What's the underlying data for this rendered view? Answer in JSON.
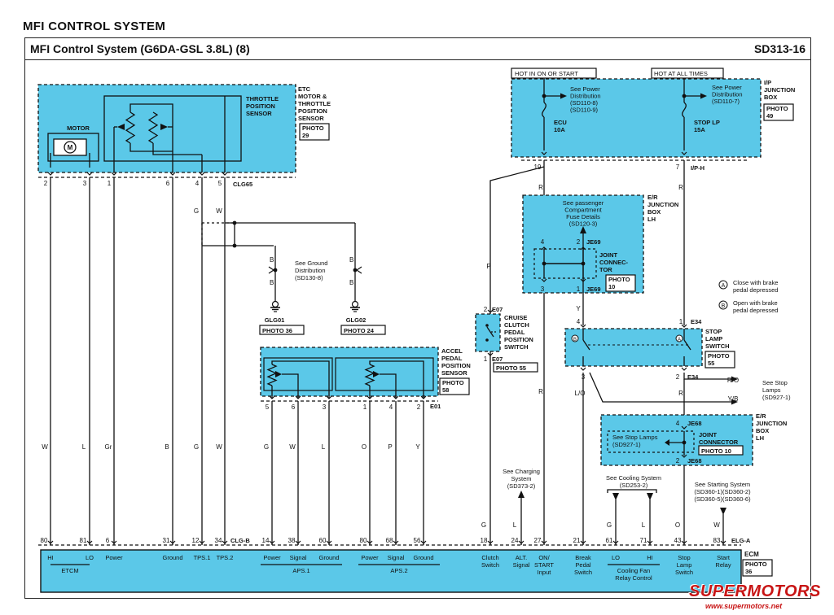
{
  "page_title": "MFI CONTROL SYSTEM",
  "header": {
    "system_title": "MFI Control System (G6DA-GSL 3.8L) (8)",
    "page_code": "SD313-16"
  },
  "etc_block": {
    "label": [
      "ETC",
      "MOTOR &",
      "THROTTLE",
      "POSITION",
      "SENSOR"
    ],
    "photo": "PHOTO 29",
    "motor_label": "MOTOR",
    "motor_symbol": "M",
    "tps_label": [
      "THROTTLE",
      "POSITION",
      "SENSOR"
    ],
    "pins": [
      "2",
      "3",
      "1",
      "6",
      "4",
      "5"
    ],
    "connector": "CLG65"
  },
  "ground_splice": {
    "wires": [
      "G",
      "W"
    ],
    "b_labels": [
      "B",
      "B",
      "B",
      "B"
    ],
    "see_text": [
      "See Ground",
      "Distribution",
      "(SD130-8)"
    ],
    "grounds": [
      {
        "name": "GLG01",
        "photo": "PHOTO 36"
      },
      {
        "name": "GLG02",
        "photo": "PHOTO 24"
      }
    ]
  },
  "apps": {
    "label": [
      "ACCEL",
      "PEDAL",
      "POSITION",
      "SENSOR"
    ],
    "photo": "PHOTO 58",
    "pins": [
      "5",
      "6",
      "3",
      "1",
      "4",
      "2"
    ],
    "connector": "E01"
  },
  "cruise_switch": {
    "label": [
      "CRUISE",
      "CLUTCH",
      "PEDAL",
      "POSITION",
      "SWITCH"
    ],
    "photo": "PHOTO 55",
    "pin_top": "2",
    "pin_bottom": "1",
    "connector_top": "E07",
    "connector_bottom": "E07"
  },
  "ip_box": {
    "label": [
      "I/P",
      "JUNCTION",
      "BOX"
    ],
    "photo": "PHOTO 49",
    "hot1": "HOT IN ON OR START",
    "hot2": "HOT AT ALL TIMES",
    "see1": [
      "See Power",
      "Distribution",
      "(SD110-8)",
      "(SD110-9)"
    ],
    "see2": [
      "See Power",
      "Distribution",
      "(SD110-7)"
    ],
    "fuse1": [
      "ECU",
      "10A"
    ],
    "fuse2": [
      "STOP LP",
      "15A"
    ],
    "pin1": "19",
    "pin2": "7",
    "connector": "I/P-H"
  },
  "er_box1": {
    "label": [
      "E/R",
      "JUNCTION",
      "BOX",
      "LH"
    ],
    "see": [
      "See passenger",
      "Compartment",
      "Fuse Details",
      "(SD120-3)"
    ],
    "joint": [
      "JOINT",
      "CONNEC-",
      "TOR"
    ],
    "photo": "PHOTO 10",
    "pins": [
      "4",
      "2",
      "3",
      "1"
    ],
    "connector_top": "JE69",
    "connector_bottom": "JE69"
  },
  "stop_switch": {
    "label": [
      "STOP",
      "LAMP",
      "SWITCH"
    ],
    "photo": "PHOTO 55",
    "pins_top": [
      "4",
      "1"
    ],
    "pins_bottom": [
      "3",
      "2"
    ],
    "connector_top": "E34",
    "connector_bottom": "E34",
    "legend_a": [
      "Close with brake",
      "pedal depressed"
    ],
    "legend_b": [
      "Open with brake",
      "pedal depressed"
    ],
    "marker_a": "A",
    "marker_b": "B"
  },
  "er_box2": {
    "label": [
      "E/R",
      "JUNCTION",
      "BOX",
      "LH"
    ],
    "see": [
      "See Stop Lamps",
      "(SD927-1)"
    ],
    "joint": [
      "JOINT",
      "CONNECTOR"
    ],
    "photo": "PHOTO 10",
    "pins": [
      "4",
      "2"
    ],
    "connector_top": "JE68",
    "connector_bottom": "JE68"
  },
  "refs": {
    "stop_lamps": [
      "See Stop",
      "Lamps",
      "(SD927-1)"
    ],
    "charging": [
      "See Charging",
      "System",
      "(SD373-2)"
    ],
    "cooling": [
      "See Cooling System",
      "(SD253-2)"
    ],
    "starting": [
      "See Starting System",
      "(SD360-1)(SD360-2)",
      "(SD360-5)(SD360-6)"
    ]
  },
  "wire_colors": {
    "etc": [
      "W",
      "L",
      "Gr",
      "B",
      "G",
      "W"
    ],
    "etc_upper": [
      "G",
      "W"
    ],
    "apps": [
      "G",
      "W",
      "L",
      "O",
      "P",
      "Y"
    ],
    "cruise": [
      "P",
      "G"
    ],
    "misc": [
      "L",
      "R",
      "R",
      "R",
      "Y",
      "L/O",
      "R/O",
      "Y/B",
      "G",
      "L",
      "O",
      "W",
      "R"
    ]
  },
  "ecm": {
    "label": "ECM",
    "photo": "PHOTO 36",
    "connector_left": "CLG-B",
    "connector_right": "ELG-A",
    "pins": [
      "80",
      "81",
      "6",
      "31",
      "12",
      "34",
      "14",
      "38",
      "60",
      "80",
      "68",
      "56",
      "18",
      "24",
      "27",
      "21",
      "61",
      "71",
      "43",
      "83"
    ],
    "labels": [
      [
        "HI"
      ],
      [
        "LO"
      ],
      [
        "Power"
      ],
      [
        "Ground"
      ],
      [
        "TPS.1"
      ],
      [
        "TPS.2"
      ],
      [
        "Power"
      ],
      [
        "Signal"
      ],
      [
        "Ground"
      ],
      [
        "Power"
      ],
      [
        "Signal"
      ],
      [
        "Ground"
      ],
      [
        "Clutch",
        "Switch"
      ],
      [
        "ALT.",
        "Signal"
      ],
      [
        "ON/",
        "START",
        "Input"
      ],
      [
        "Break",
        "Pedal",
        "Switch"
      ],
      [
        "LO"
      ],
      [
        "HI"
      ],
      [
        "Stop",
        "Lamp",
        "Switch"
      ],
      [
        "Start",
        "Relay"
      ]
    ],
    "group_etcm": "ETCM",
    "group_aps1": "APS.1",
    "group_aps2": "APS.2",
    "group_fan": [
      "Cooling Fan",
      "Relay Control"
    ]
  },
  "watermark": {
    "logo": "SUPERMOTORS",
    "url": "www.supermotors.net"
  },
  "colors": {
    "blue": "#5bc8e8",
    "line": "#111111",
    "red": "#c81515"
  }
}
